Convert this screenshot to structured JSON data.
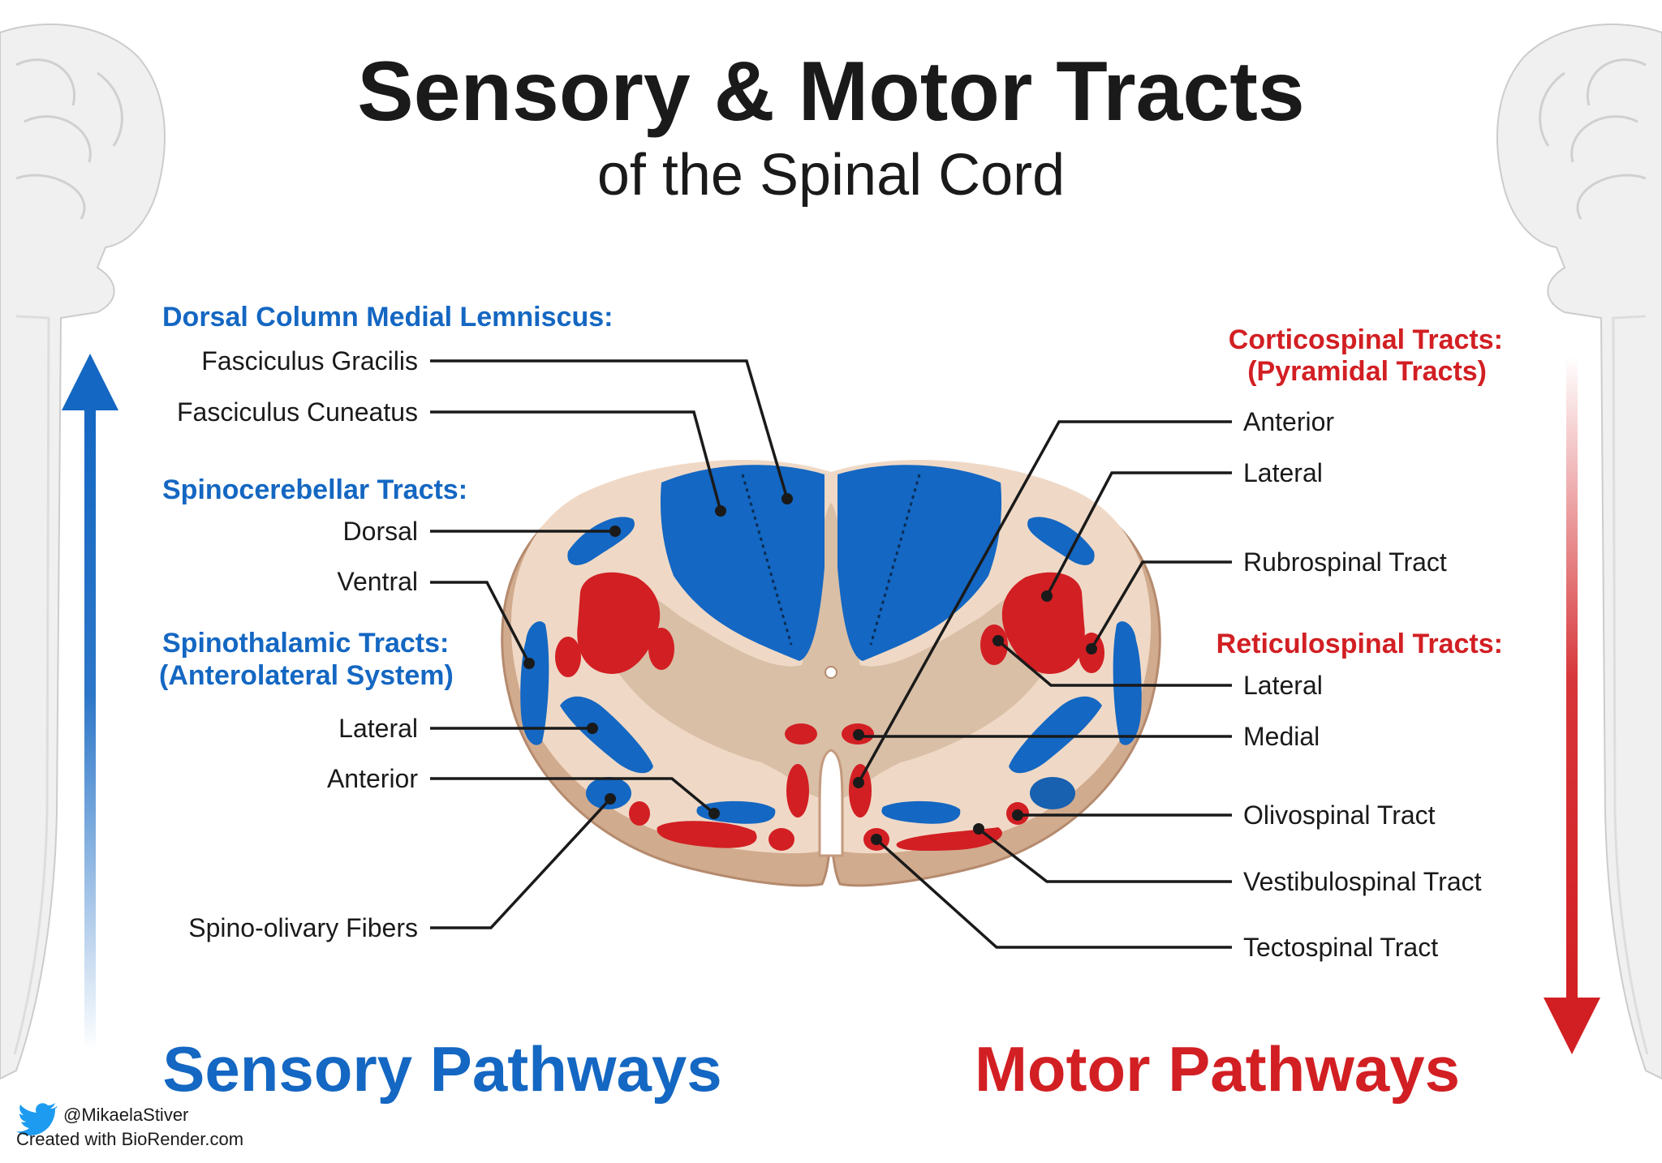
{
  "title": "Sensory & Motor Tracts",
  "subtitle": "of the Spinal Cord",
  "sensory": {
    "dcml_header": "Dorsal Column Medial Lemniscus:",
    "fasciculus_gracilis": "Fasciculus Gracilis",
    "fasciculus_cuneatus": "Fasciculus Cuneatus",
    "spinocerebellar_header": "Spinocerebellar Tracts:",
    "dorsal": "Dorsal",
    "ventral": "Ventral",
    "spinothalamic_header_1": "Spinothalamic Tracts:",
    "spinothalamic_header_2": "(Anterolateral System)",
    "lateral": "Lateral",
    "anterior": "Anterior",
    "spino_olivary": "Spino-olivary Fibers",
    "pathway_label": "Sensory Pathways"
  },
  "motor": {
    "corticospinal_header_1": "Corticospinal Tracts:",
    "corticospinal_header_2": "(Pyramidal Tracts)",
    "anterior": "Anterior",
    "lateral": "Lateral",
    "rubrospinal": "Rubrospinal Tract",
    "reticulospinal_header": "Reticulospinal Tracts:",
    "reticulo_lateral": "Lateral",
    "reticulo_medial": "Medial",
    "olivospinal": "Olivospinal Tract",
    "vestibulospinal": "Vestibulospinal Tract",
    "tectospinal": "Tectospinal Tract",
    "pathway_label": "Motor Pathways"
  },
  "credits": {
    "twitter": "@MikaelaStiver",
    "created_with": "Created with BioRender.com"
  },
  "colors": {
    "sensory_blue": "#1467c2",
    "motor_red": "#d21f23",
    "white_matter": "#efd9c6",
    "gray_matter": "#d9bfa6",
    "cord_outline": "#c49a7e"
  },
  "icons": [
    "brain-icon",
    "twitter-bird-icon"
  ]
}
